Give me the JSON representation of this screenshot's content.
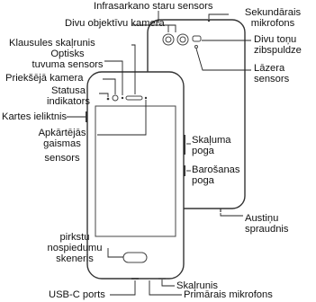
{
  "labels": {
    "ir_sensor": "Infrasarkano staru sensors",
    "dual_camera": "Divu objektīvu kamera",
    "secondary_mic_1": "Sekundārais",
    "secondary_mic_2": "mikrofons",
    "earpiece": "Klausules skaļrunis",
    "proximity_1": "Optisks",
    "proximity_2": "tuvuma sensors",
    "dual_tone_flash_1": "Divu toņu",
    "dual_tone_flash_2": "zibspuldze",
    "front_camera": "Priekšējā kamera",
    "laser_sensor_1": "Lāzera",
    "laser_sensor_2": "sensors",
    "status_indicator_1": "Statusa",
    "status_indicator_2": "indikators",
    "card_slot": "Kartes ieliktnis",
    "ambient_light_1": "Apkārtējās",
    "ambient_light_2": "gaismas",
    "ambient_light_3": "sensors",
    "volume_key_1": "Skaļuma",
    "volume_key_2": "poga",
    "power_key_1": "Barošanas",
    "power_key_2": "poga",
    "headset_jack_1": "Austiņu",
    "headset_jack_2": "spraudnis",
    "fingerprint_1": "pirkstu",
    "fingerprint_2": "nospiedumu",
    "fingerprint_3": "skeneris",
    "speaker": "Skaļrunis",
    "usb_c": "USB-C ports",
    "primary_mic": "Primārais mikrofons"
  }
}
